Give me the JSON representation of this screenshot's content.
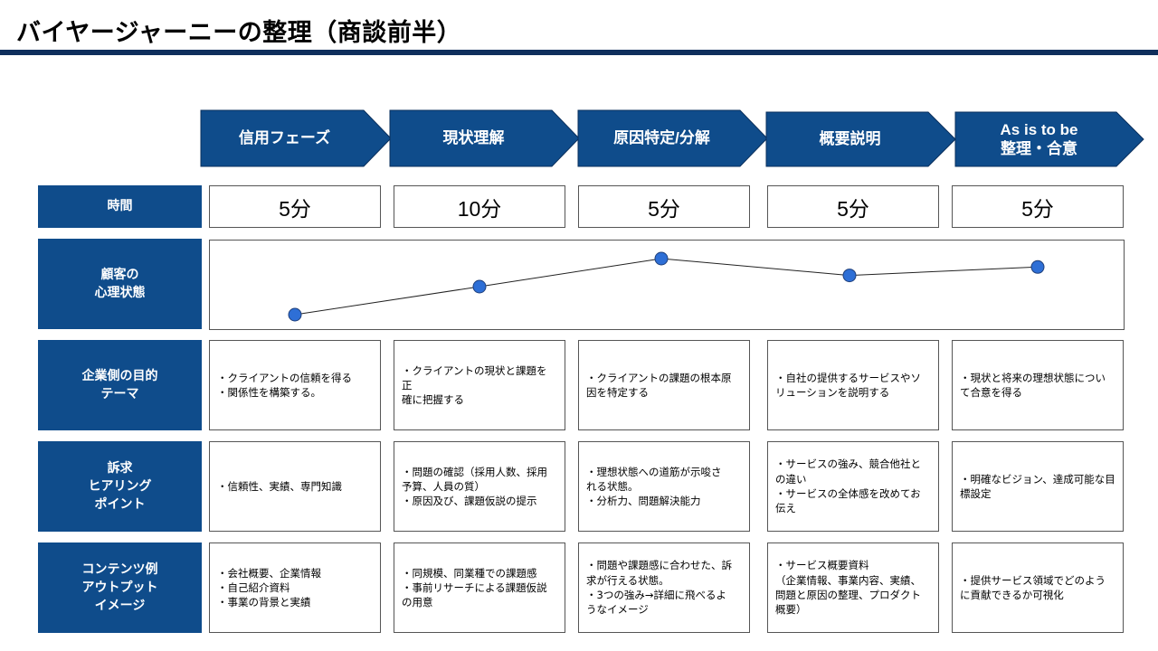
{
  "page": {
    "title": "バイヤージャーニーの整理（商談前半）"
  },
  "colors": {
    "primary": "#0f4c8b",
    "title_rule": "#0f2f5c",
    "dot": "#2e6fd6",
    "border": "#555555"
  },
  "phases": [
    {
      "lines": [
        "信用フェーズ"
      ]
    },
    {
      "lines": [
        "現状理解"
      ]
    },
    {
      "lines": [
        "原因特定/分解"
      ]
    },
    {
      "lines": [
        "概要説明"
      ]
    },
    {
      "lines": [
        "As is to be",
        "整理・合意"
      ]
    }
  ],
  "rows": {
    "time": {
      "header": [
        "時間"
      ],
      "values": [
        "5分",
        "10分",
        "5分",
        "5分",
        "5分"
      ]
    },
    "mood": {
      "header": [
        "顧客の",
        "心理状態"
      ],
      "levels": [
        1,
        2,
        3,
        2.4,
        2.7
      ]
    },
    "purpose": {
      "header": [
        "企業側の目的",
        "テーマ"
      ],
      "cells": [
        [
          "・クライアントの信頼を得る",
          "・関係性を構築する。"
        ],
        [
          "・クライアントの現状と課題を正",
          "確に把握する"
        ],
        [
          "・クライアントの課題の根本原",
          "因を特定する"
        ],
        [
          "・自社の提供するサービスやソ",
          "リューションを説明する"
        ],
        [
          "・現状と将来の理想状態につい",
          "て合意を得る"
        ]
      ]
    },
    "appeal": {
      "header": [
        "訴求",
        "ヒアリング",
        "ポイント"
      ],
      "cells": [
        [
          "・信頼性、実績、専門知識"
        ],
        [
          "・問題の確認（採用人数、採用",
          "予算、人員の質）",
          "・原因及び、課題仮説の提示"
        ],
        [
          "・理想状態への道筋が示唆さ",
          "れる状態。",
          "・分析力、問題解決能力"
        ],
        [
          "・サービスの強み、競合他社と",
          "の違い",
          "・サービスの全体感を改めてお",
          "伝え"
        ],
        [
          "・明確なビジョン、達成可能な目",
          "標設定"
        ]
      ]
    },
    "content": {
      "header": [
        "コンテンツ例",
        "アウトプット",
        "イメージ"
      ],
      "cells": [
        [
          "・会社概要、企業情報",
          "・自己紹介資料",
          "・事業の背景と実績"
        ],
        [
          "・同規模、同業種での課題感",
          "・事前リサーチによる課題仮説",
          "の用意"
        ],
        [
          "・問題や課題感に合わせた、訴",
          "求が行える状態。",
          "・3つの強み→詳細に飛べるよ",
          "うなイメージ"
        ],
        [
          "・サービス概要資料",
          "（企業情報、事業内容、実績、",
          "問題と原因の整理、プロダクト",
          "概要）"
        ],
        [
          "・提供サービス領域でどのよう",
          "に貢献できるか可視化"
        ]
      ]
    }
  }
}
